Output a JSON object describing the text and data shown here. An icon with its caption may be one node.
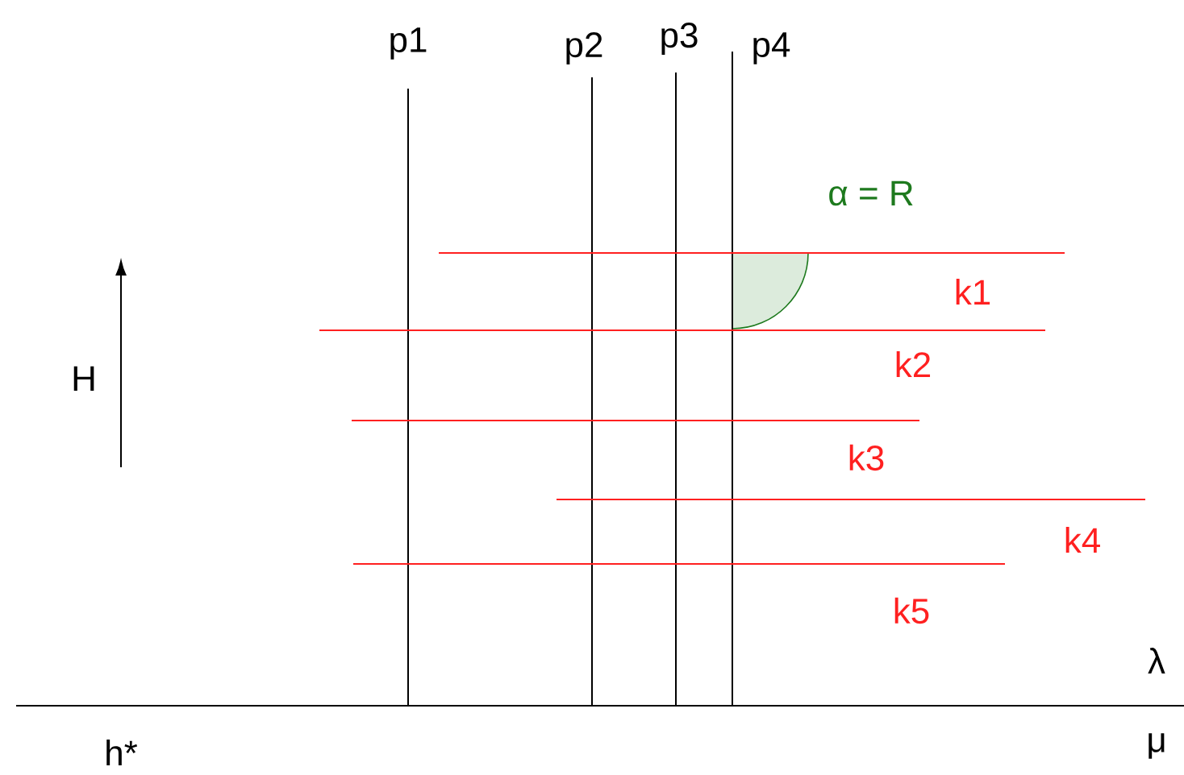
{
  "diagram": {
    "labels": [
      "p1",
      "p2",
      "p3",
      "p4",
      "α = R",
      "k1",
      "k2",
      "k3",
      "k4",
      "k5",
      "H",
      "λ",
      "h*",
      "μ"
    ]
  }
}
